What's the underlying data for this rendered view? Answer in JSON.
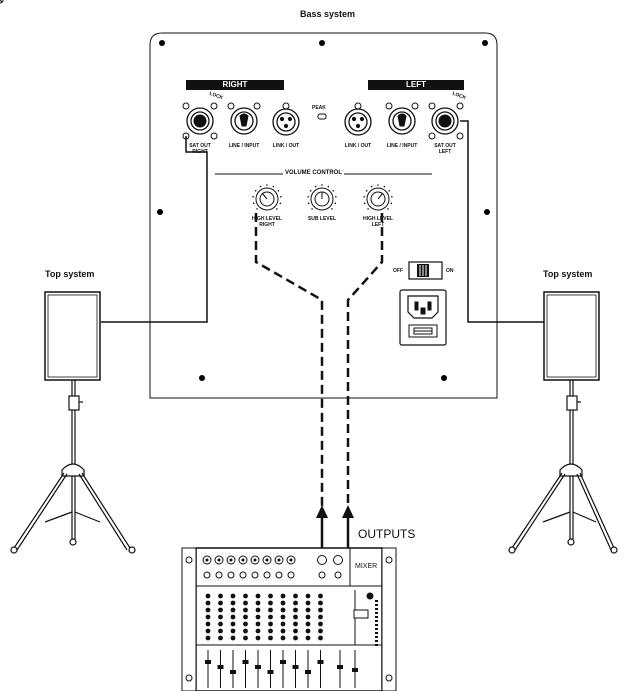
{
  "title": "Bass system",
  "panel": {
    "right_header": "RIGHT",
    "left_header": "LEFT",
    "peak": "PEAK",
    "volume_control": "VOLUME CONTROL",
    "lock_right": "LOCK",
    "lock_left": "LOCK",
    "connectors": {
      "sat_out_right": "SAT OUT\nRIGHT",
      "line_input_right": "LINE / INPUT",
      "link_out_right": "LINK / OUT",
      "link_out_left": "LINK / OUT",
      "line_input_left": "LINE / INPUT",
      "sat_out_left": "SAT OUT\nLEFT"
    },
    "knobs": {
      "high_level_right": "HIGH LEVEL\nRIGHT",
      "sub_level": "SUB LEVEL",
      "high_level_left": "HIGH LEVEL\nLEFT"
    },
    "switch_off": "OFF",
    "switch_on": "ON"
  },
  "top_system_left": "Top system",
  "top_system_right": "Top system",
  "outputs_label": "OUTPUTS",
  "mixer_label": "MIXER",
  "colors": {
    "line": "#111111",
    "panel_bg": "#ffffff"
  }
}
